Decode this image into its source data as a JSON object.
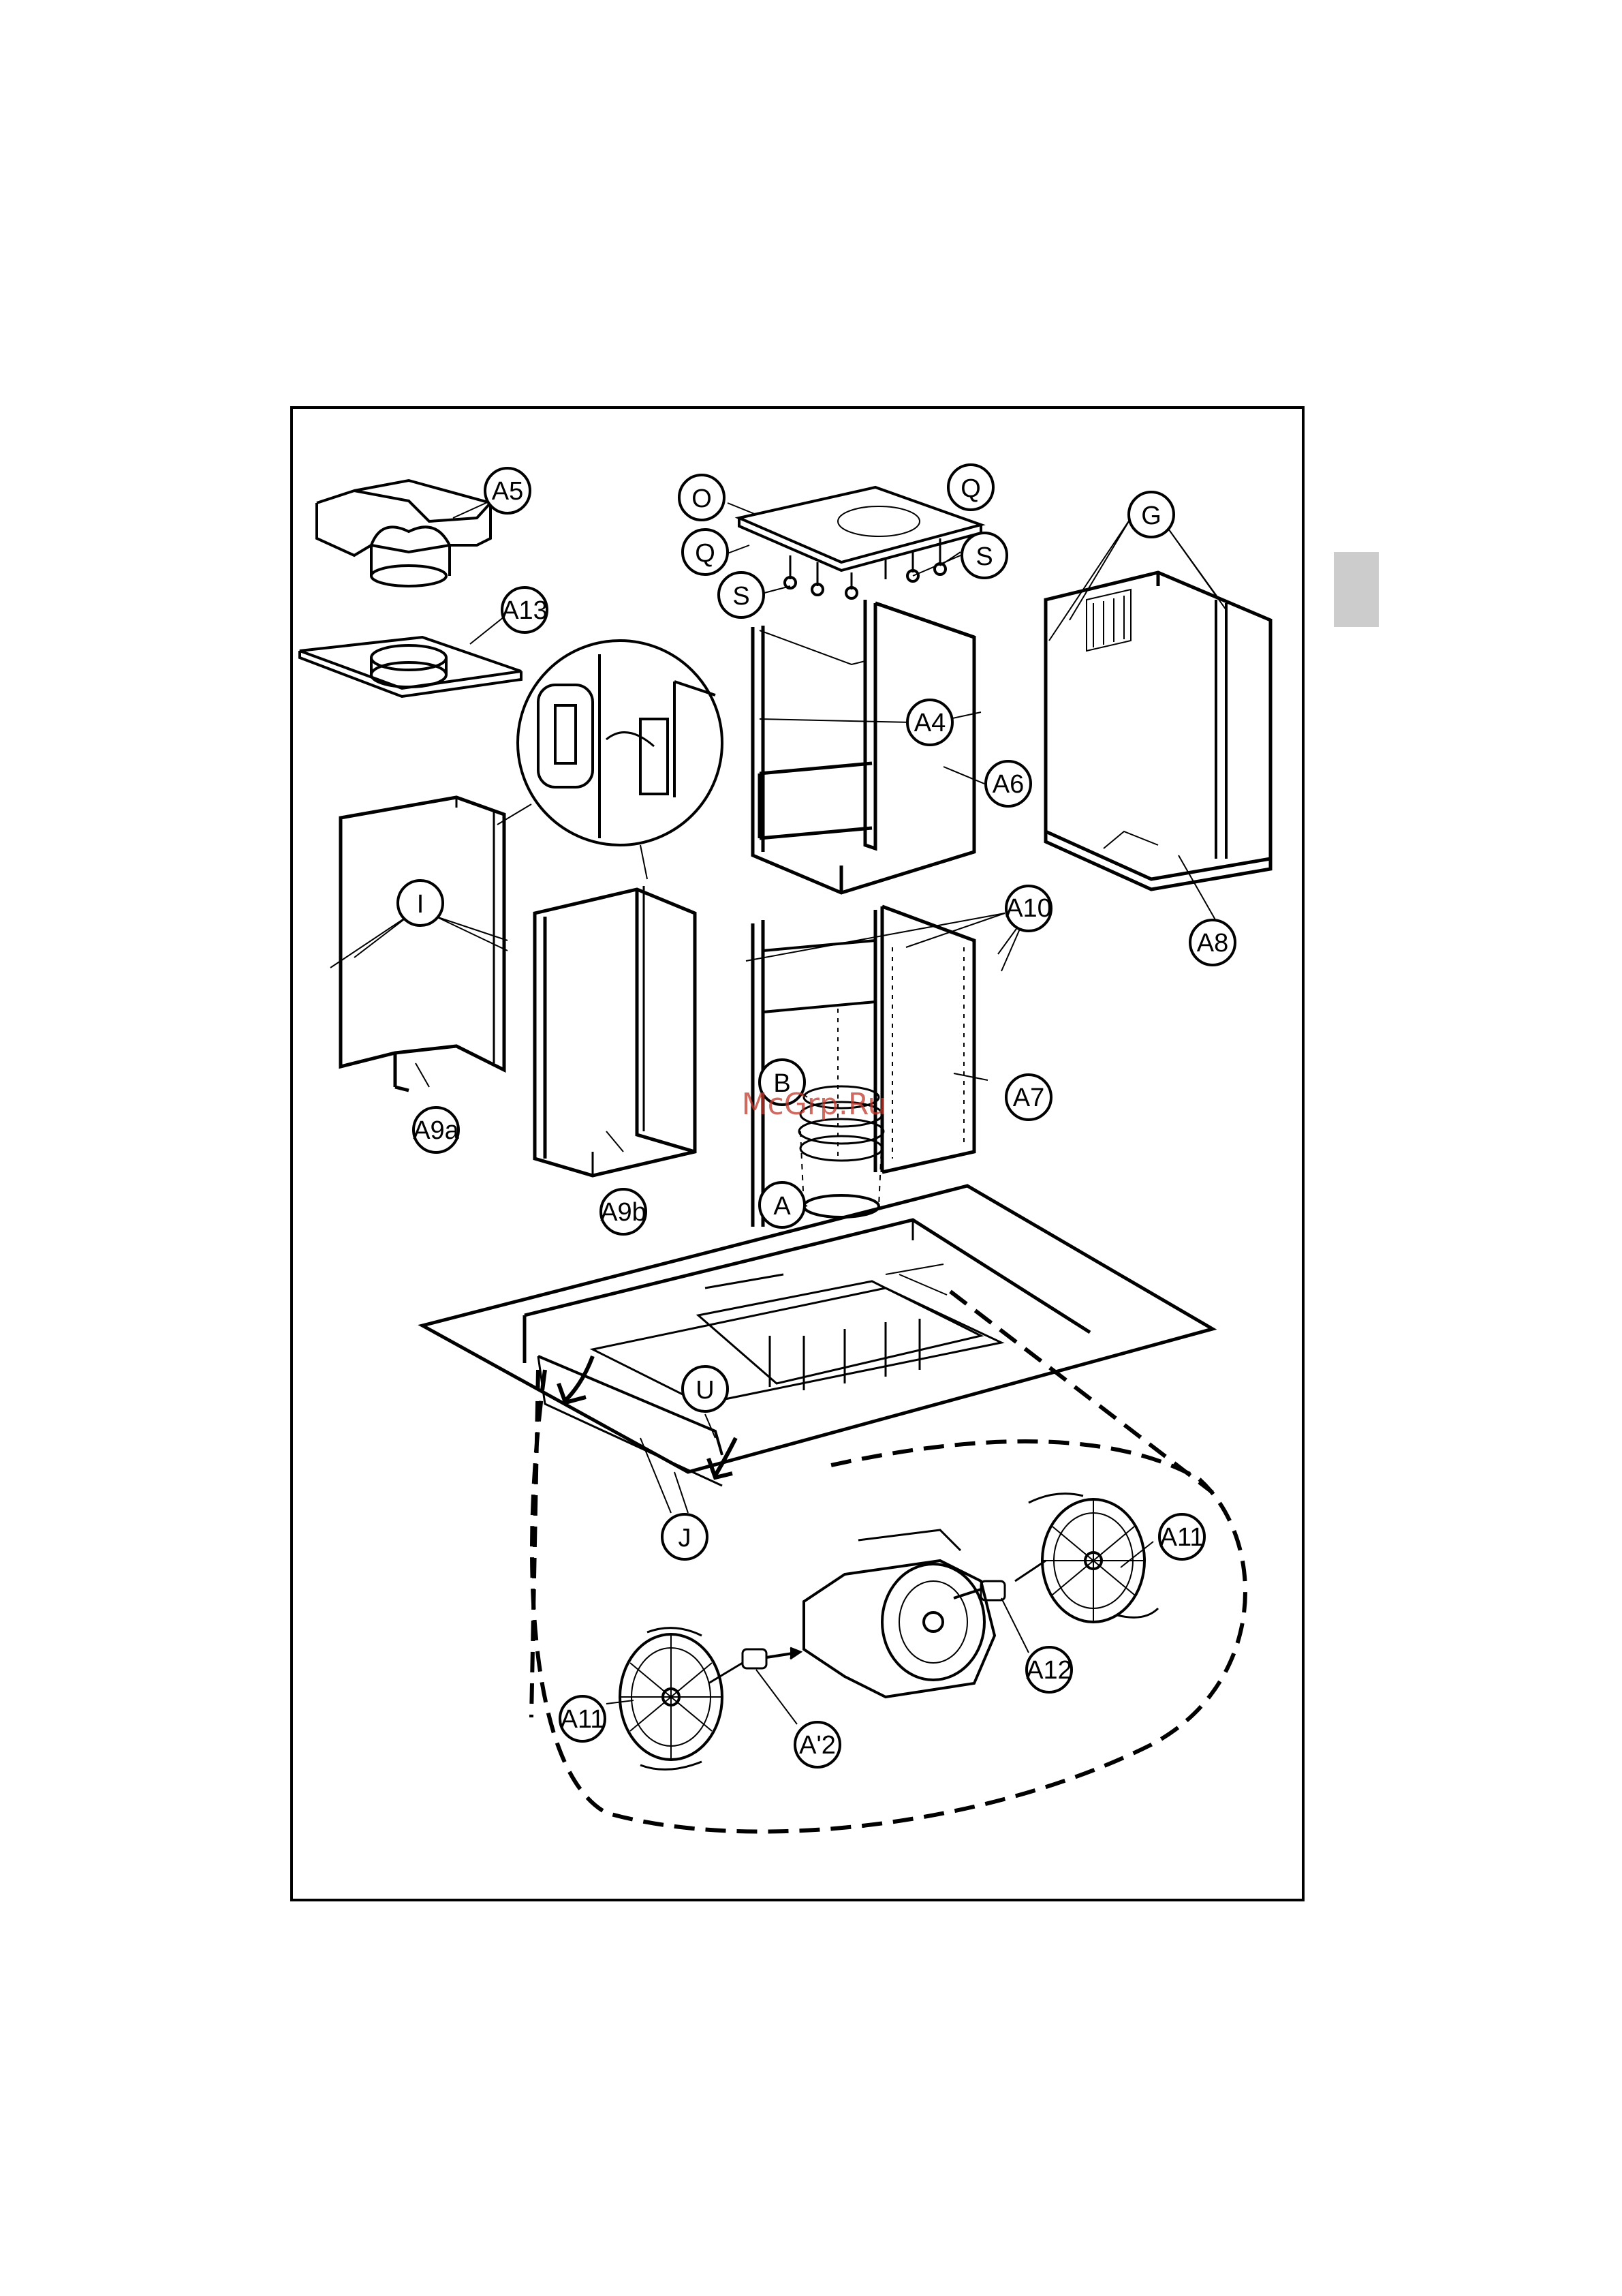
{
  "watermark": "McGrp.Ru",
  "colors": {
    "line": "#000000",
    "tab": "#cccccc",
    "watermark": "#c0392b"
  },
  "callouts": {
    "a5": "A5",
    "a13": "A13",
    "o": "O",
    "q1": "Q",
    "q2": "Q",
    "s1": "S",
    "s2": "S",
    "g": "G",
    "a4": "A4",
    "a6": "A6",
    "i": "I",
    "a8": "A8",
    "a10": "A10",
    "a7": "A7",
    "b": "B",
    "a": "A",
    "a9a": "A9a",
    "a9b": "A9b",
    "u": "U",
    "j": "J",
    "a11_left": "A11",
    "a11_right": "A11",
    "a12_left": "A'2",
    "a12_right": "A12"
  }
}
